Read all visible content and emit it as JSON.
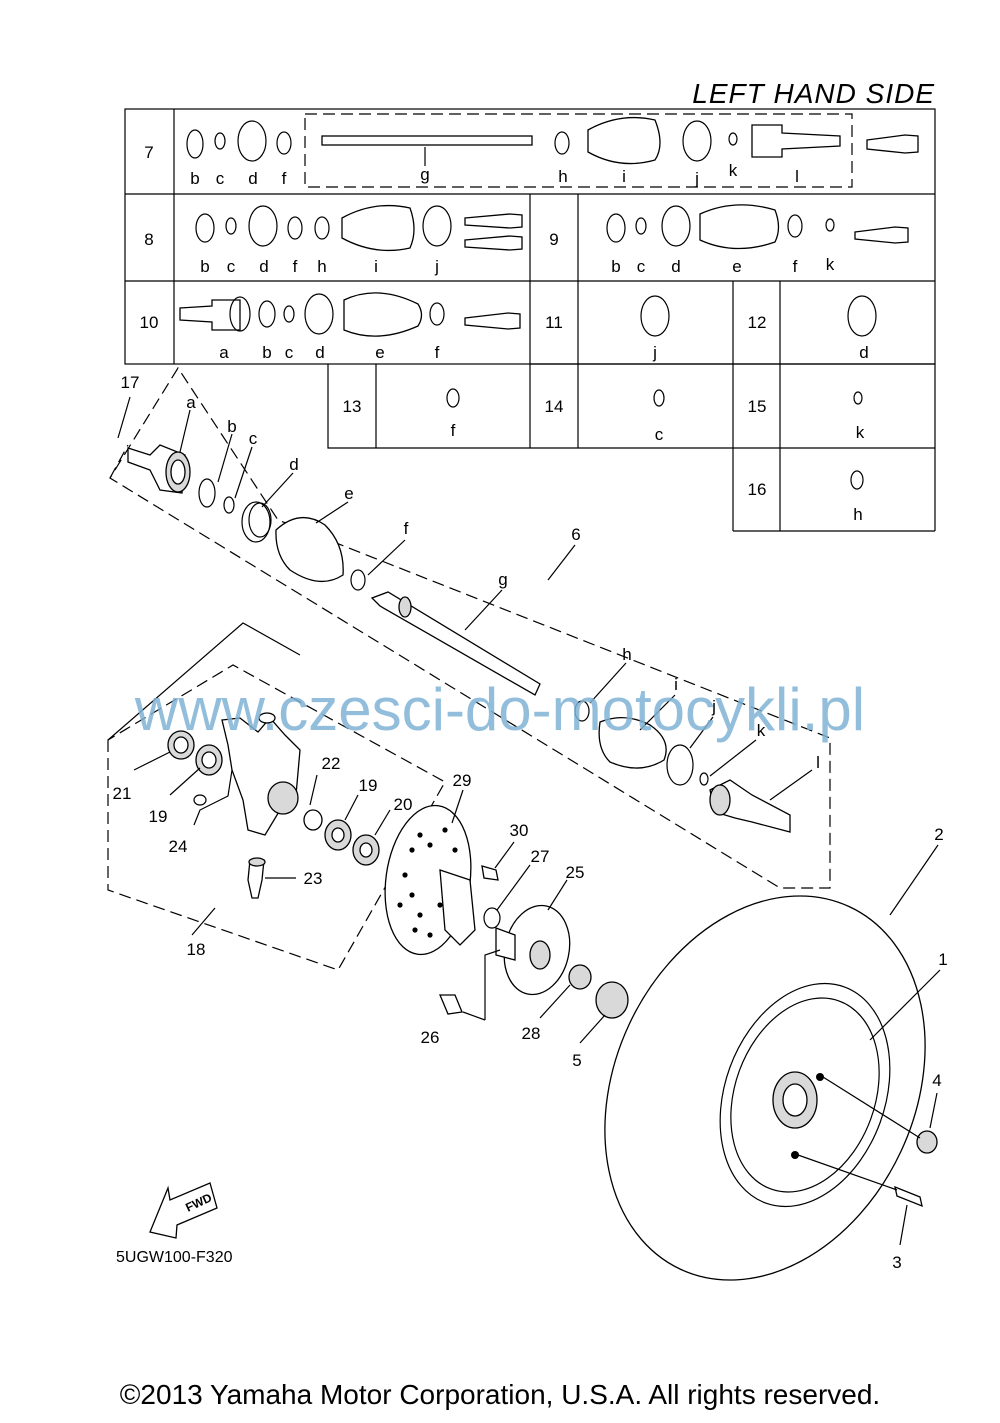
{
  "title": "LEFT HAND SIDE",
  "watermark": "www.czesci-do-motocykli.pl",
  "diagram_code": "5UGW100-F320",
  "copyright": "©2013 Yamaha Motor Corporation, U.S.A. All rights reserved.",
  "fwd_label": "FWD",
  "table": {
    "row7": {
      "num": "7",
      "letters": [
        "b",
        "c",
        "d",
        "f",
        "g",
        "h",
        "i",
        "j",
        "k",
        "l"
      ]
    },
    "row8": {
      "num": "8",
      "letters": [
        "b",
        "c",
        "d",
        "f",
        "h",
        "i",
        "j"
      ]
    },
    "row9": {
      "num": "9",
      "letters": [
        "b",
        "c",
        "d",
        "e",
        "f",
        "k"
      ]
    },
    "row10": {
      "num": "10",
      "letters": [
        "a",
        "b",
        "c",
        "d",
        "e",
        "f"
      ]
    },
    "row11": {
      "num": "11",
      "letters": [
        "j"
      ]
    },
    "row12": {
      "num": "12",
      "letters": [
        "d"
      ]
    },
    "row13": {
      "num": "13",
      "letters": [
        "f"
      ]
    },
    "row14": {
      "num": "14",
      "letters": [
        "c"
      ]
    },
    "row15": {
      "num": "15",
      "letters": [
        "k"
      ]
    },
    "row16": {
      "num": "16",
      "letters": [
        "h"
      ]
    }
  },
  "callouts": {
    "n1": "1",
    "n2": "2",
    "n3": "3",
    "n4": "4",
    "n5": "5",
    "n6": "6",
    "n17": "17",
    "n18": "18",
    "n19a": "19",
    "n19b": "19",
    "n20": "20",
    "n21": "21",
    "n22": "22",
    "n23": "23",
    "n24": "24",
    "n25": "25",
    "n26": "26",
    "n27": "27",
    "n28": "28",
    "n29": "29",
    "n30": "30",
    "la": "a",
    "lb": "b",
    "lc": "c",
    "ld": "d",
    "le": "e",
    "lf": "f",
    "lg": "g",
    "lh": "h",
    "li": "i",
    "lj": "j",
    "lk": "k",
    "ll": "l"
  }
}
